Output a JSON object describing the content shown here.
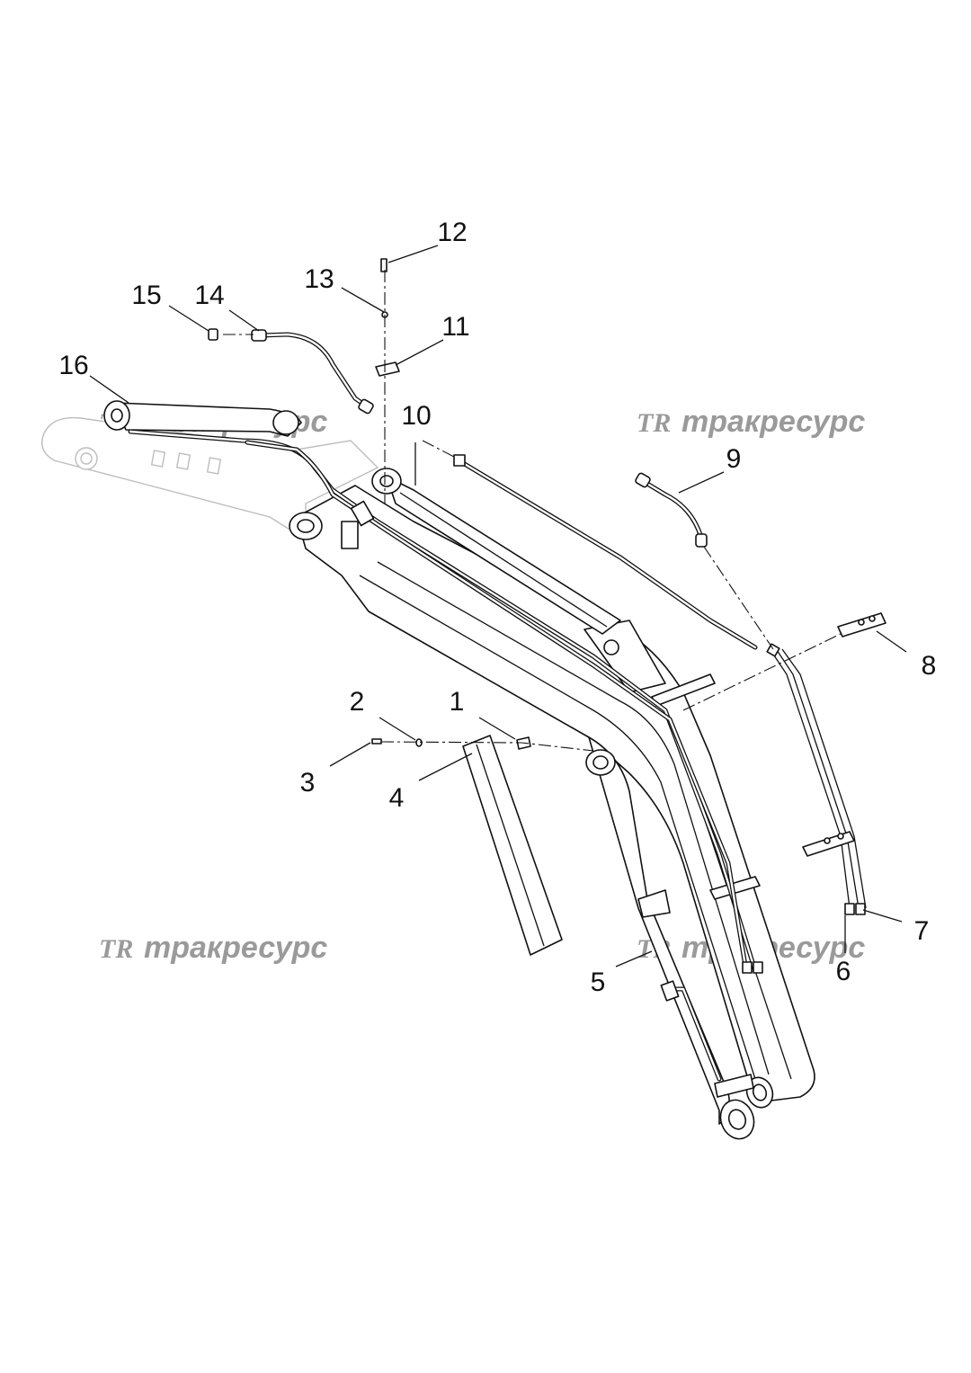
{
  "watermark": {
    "logo": "TR",
    "text": "тракресурс",
    "color": "#9a9a9a"
  },
  "callouts": [
    {
      "id": "1",
      "label": "1"
    },
    {
      "id": "2",
      "label": "2"
    },
    {
      "id": "3",
      "label": "3"
    },
    {
      "id": "4",
      "label": "4"
    },
    {
      "id": "5",
      "label": "5"
    },
    {
      "id": "6",
      "label": "6"
    },
    {
      "id": "7",
      "label": "7"
    },
    {
      "id": "8",
      "label": "8"
    },
    {
      "id": "9",
      "label": "9"
    },
    {
      "id": "10",
      "label": "10"
    },
    {
      "id": "11",
      "label": "11"
    },
    {
      "id": "12",
      "label": "12"
    },
    {
      "id": "13",
      "label": "13"
    },
    {
      "id": "14",
      "label": "14"
    },
    {
      "id": "15",
      "label": "15"
    },
    {
      "id": "16",
      "label": "16"
    }
  ]
}
